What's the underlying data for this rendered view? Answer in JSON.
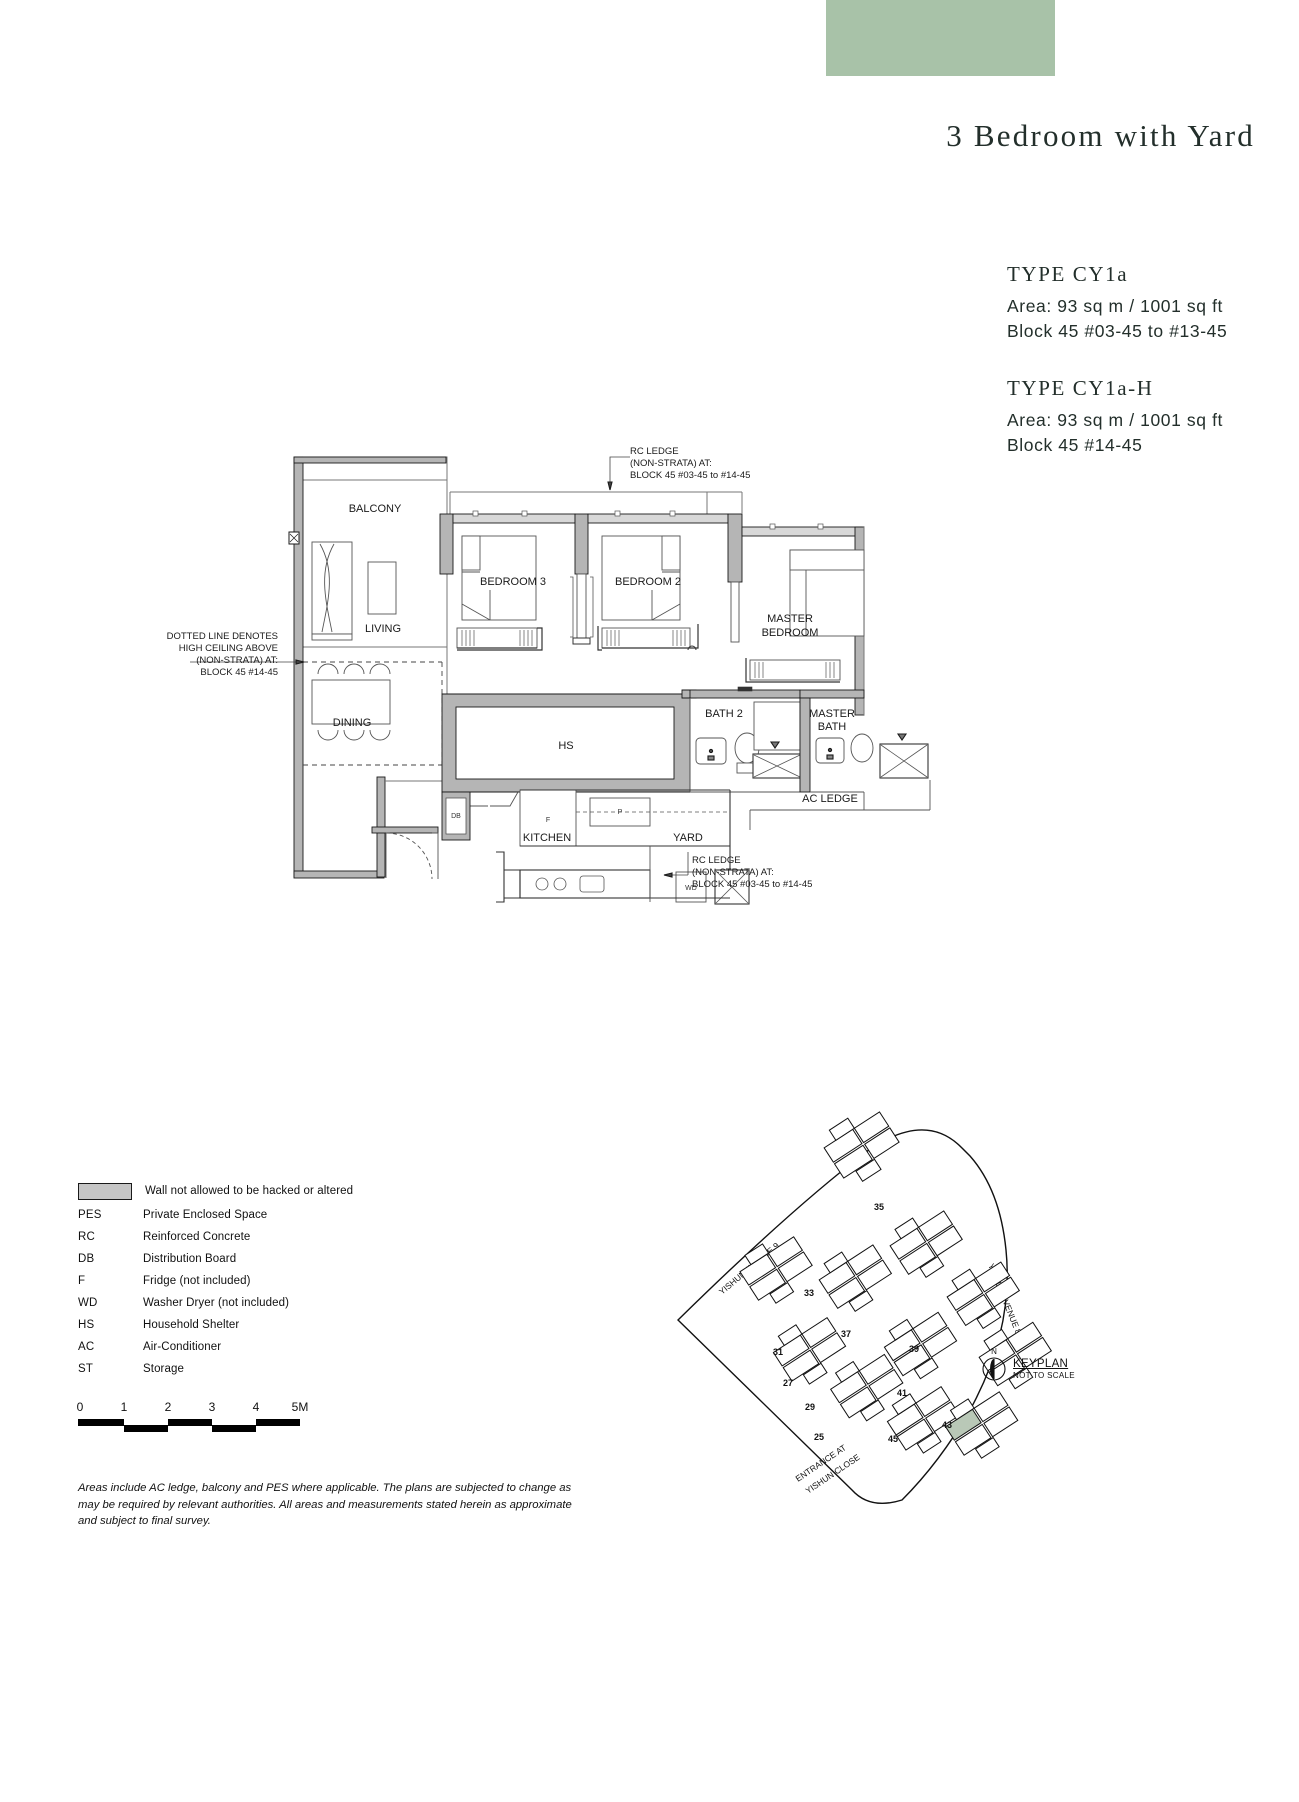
{
  "header": {
    "title": "3 Bedroom with Yard",
    "swatch_color": "#a8c2a8"
  },
  "unit_types": [
    {
      "name": "TYPE CY1a",
      "area": "Area: 93 sq m / 1001 sq ft",
      "block": "Block 45 #03-45 to #13-45"
    },
    {
      "name": "TYPE CY1a-H",
      "area": "Area: 93 sq m / 1001 sq ft",
      "block": "Block 45 #14-45"
    }
  ],
  "floorplan": {
    "rooms": [
      {
        "label": "BALCONY"
      },
      {
        "label": "LIVING"
      },
      {
        "label": "DINING"
      },
      {
        "label": "BEDROOM 3"
      },
      {
        "label": "BEDROOM 2"
      },
      {
        "label": "MASTER"
      },
      {
        "label": "BEDROOM"
      },
      {
        "label": "BATH 2"
      },
      {
        "label": "MASTER"
      },
      {
        "label": "BATH"
      },
      {
        "label": "HS"
      },
      {
        "label": "KITCHEN"
      },
      {
        "label": "YARD"
      },
      {
        "label": "AC LEDGE"
      }
    ],
    "markers": [
      {
        "label": "DB"
      },
      {
        "label": "F"
      },
      {
        "label": "WD"
      }
    ],
    "annotations": {
      "rc_ledge_top": [
        "RC LEDGE",
        "(NON-STRATA) AT:",
        "BLOCK 45 #03-45 to #14-45"
      ],
      "rc_ledge_bottom": [
        "RC LEDGE",
        "(NON-STRATA) AT:",
        "BLOCK 45 #03-45 to #14-45"
      ],
      "dotted_line": [
        "DOTTED LINE DENOTES",
        "HIGH CEILING ABOVE",
        "(NON-STRATA) AT:",
        "BLOCK 45 #14-45"
      ]
    }
  },
  "legend": {
    "swatch_label": "Wall not allowed to be hacked or altered",
    "swatch_color": "#c6c6c6",
    "items": [
      {
        "key": "PES",
        "desc": "Private Enclosed Space"
      },
      {
        "key": "RC",
        "desc": "Reinforced Concrete"
      },
      {
        "key": "DB",
        "desc": "Distribution Board"
      },
      {
        "key": "F",
        "desc": "Fridge (not included)"
      },
      {
        "key": "WD",
        "desc": "Washer Dryer (not included)"
      },
      {
        "key": "HS",
        "desc": "Household Shelter"
      },
      {
        "key": "AC",
        "desc": "Air-Conditioner"
      },
      {
        "key": "ST",
        "desc": "Storage"
      }
    ]
  },
  "scale": {
    "ticks": [
      "0",
      "1",
      "2",
      "3",
      "4",
      "5M"
    ]
  },
  "disclaimer": "Areas include AC ledge, balcony and PES where applicable. The plans are subjected to change as may be required by relevant authorities. All areas and measurements stated herein as approximate and subject to final survey.",
  "keyplan": {
    "title": "KEYPLAN",
    "subtitle": "NOT TO SCALE",
    "north_letter": "N",
    "streets": [
      "YISHUN AVENUE 9",
      "YISHUN AVENUE 8",
      "ENTRANCE AT",
      "YISHUN CLOSE"
    ],
    "block_numbers": [
      "35",
      "33",
      "37",
      "39",
      "31",
      "29",
      "27",
      "25",
      "41",
      "43",
      "45"
    ],
    "highlighted_block": "45"
  }
}
